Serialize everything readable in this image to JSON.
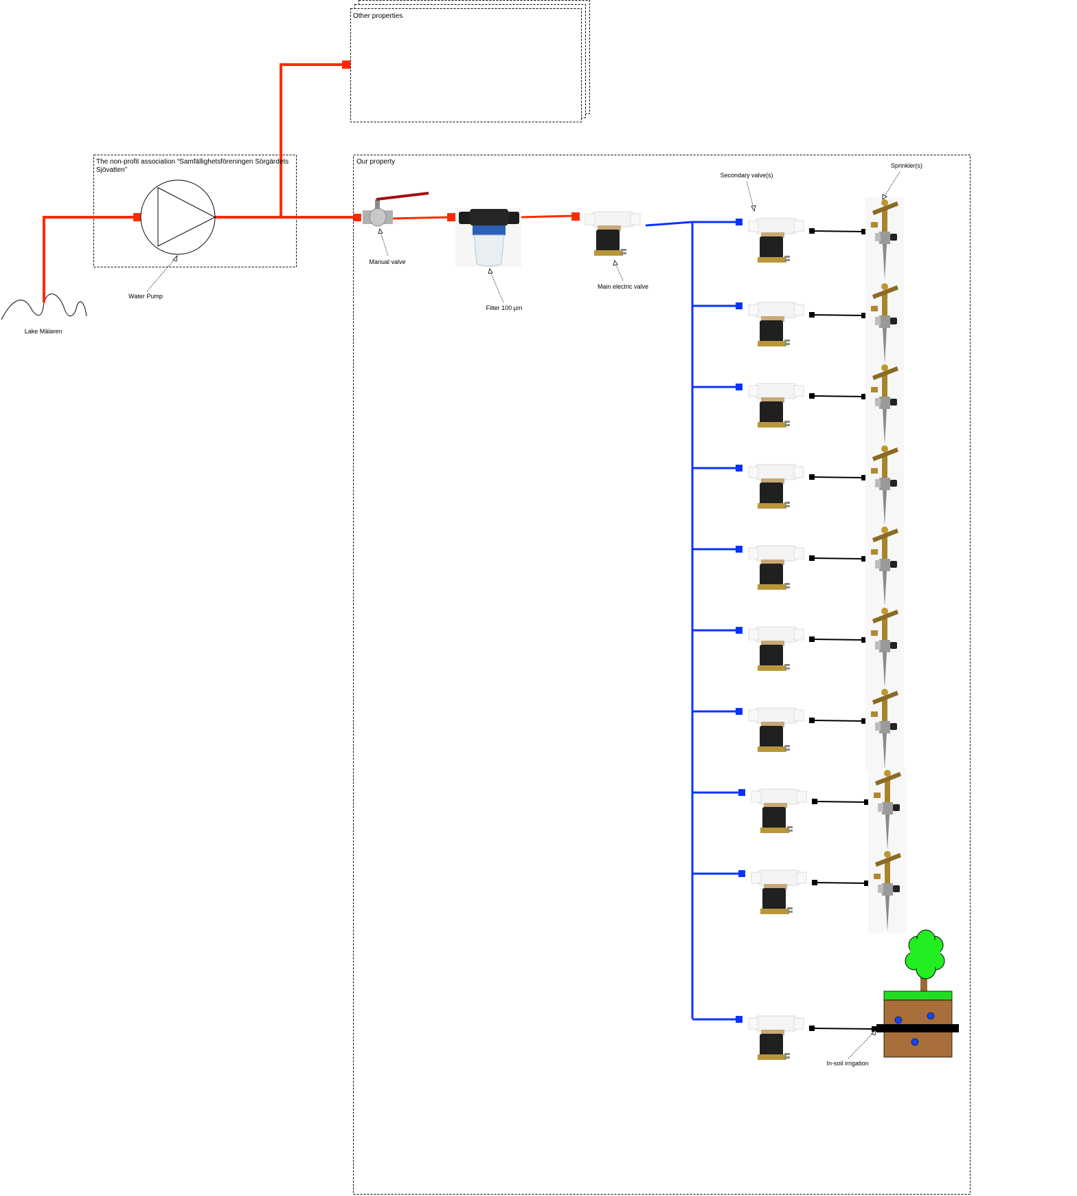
{
  "diagram": {
    "lake_label": "Lake Mälaren",
    "pump_label": "Water Pump",
    "association_box_title": "The non-profit  association “Samfällighetsföreningen Sörgärdets Sjövatten”",
    "other_properties_title": "Other properties",
    "our_property_title": "Our property",
    "manual_valve_label": "Manual valve",
    "filter_label": "Filter 100 µm",
    "main_valve_label": "Main electric valve",
    "secondary_valves_label": "Secondary valve(s)",
    "sprinklers_label": "Sprinkler(s)",
    "in_soil_label": "In-soil irrigation",
    "colors": {
      "supply_pipe": "#ff2a00",
      "distribution_pipe": "#0a32ff",
      "hose": "#000000",
      "grass": "#22dd22",
      "soil": "#a86f3c",
      "tree": "#22ee22",
      "trunk": "#9a6a34",
      "drip": "#1144ff"
    },
    "branch_count": 10,
    "sprinkler_branch_count": 9
  }
}
